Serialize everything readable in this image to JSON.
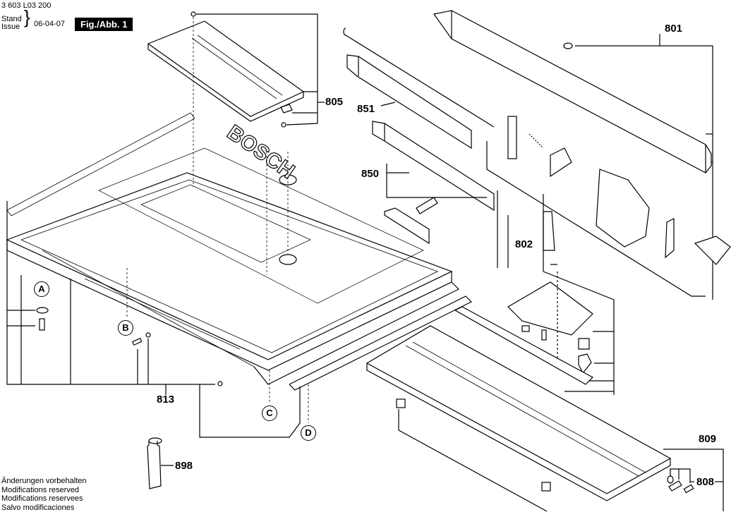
{
  "header": {
    "document_number": "3 603 L03 200",
    "stand_label": "Stand",
    "issue_label": "Issue",
    "issue_date": "06-04-07",
    "figure_label": "Fig./Abb. 1"
  },
  "part_labels": {
    "p801": "801",
    "p802": "802",
    "p805": "805",
    "p808": "808",
    "p809": "809",
    "p813": "813",
    "p850": "850",
    "p851": "851",
    "p898": "898"
  },
  "callouts": {
    "a": "A",
    "b": "B",
    "c": "C",
    "d": "D"
  },
  "table_brand_text": "BOSCH",
  "footer": {
    "lines": [
      "Änderungen vorbehalten",
      "Modifications reserved",
      "Modifications reservees",
      "Salvo modificaciones"
    ]
  }
}
